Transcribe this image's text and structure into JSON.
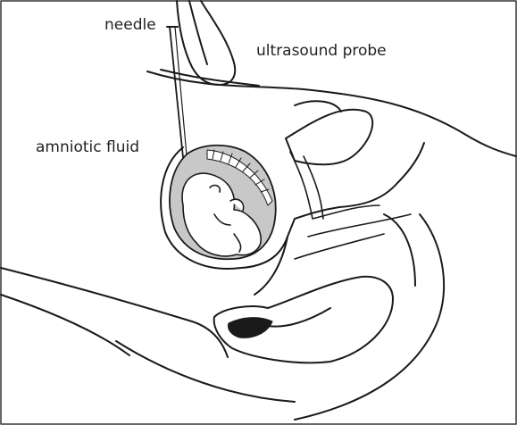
{
  "labels": {
    "needle": "needle",
    "probe": "ultrasound probe",
    "fluid": "amniotic fluid"
  },
  "colors": {
    "line": "#1a1a1a",
    "fluid": "#c8c8c8",
    "background": "#ffffff",
    "frame": "#333333"
  },
  "icons": [
    "needle-icon",
    "ultrasound-probe-icon",
    "fetus-icon",
    "uterus-icon"
  ]
}
